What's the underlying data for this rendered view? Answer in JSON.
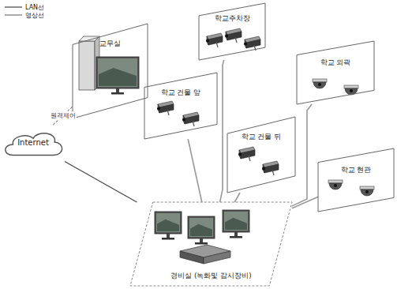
{
  "diagram": {
    "nodes": [
      {
        "text": [
          "교무실"
        ]
      },
      {
        "text": [
          "Internet"
        ]
      },
      {
        "text": [
          "학교주차장"
        ]
      },
      {
        "text": [
          "학교 외곽"
        ]
      },
      {
        "text": [
          "학교 건물 앞"
        ]
      },
      {
        "text": [
          "학교 건물 뒤"
        ]
      },
      {
        "text": [
          "학교 현관"
        ]
      },
      {
        "text": [
          "경비실 (녹화및 감시장비)"
        ]
      }
    ],
    "edges": [
      {
        "from": 1,
        "to": 0,
        "label": "원격제어",
        "arrow": "none"
      },
      {
        "from": 1,
        "to": 7,
        "arrow": "none"
      },
      {
        "from": 2,
        "to": 7,
        "arrow": "none"
      },
      {
        "from": 3,
        "to": 7,
        "arrow": "none"
      },
      {
        "from": 4,
        "to": 7,
        "arrow": "none"
      },
      {
        "from": 5,
        "to": 7,
        "arrow": "none"
      },
      {
        "from": 6,
        "to": 7,
        "arrow": "none"
      }
    ],
    "legend": [
      {
        "text": "LAN선"
      },
      {
        "text": "영상선"
      }
    ]
  }
}
